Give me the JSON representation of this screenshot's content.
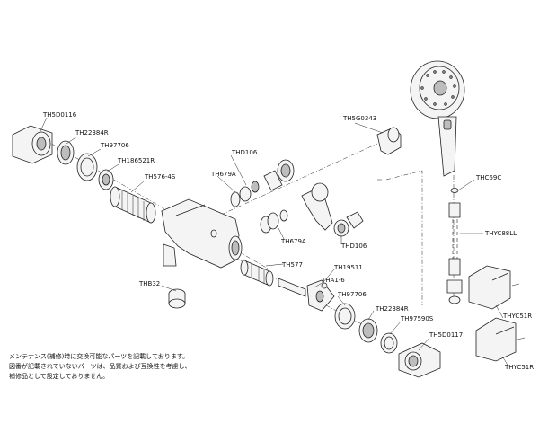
{
  "labels": {
    "th5d0116": "TH5D0116",
    "th22384r_top": "TH22384R",
    "th97706_top": "TH97706",
    "th186521r": "TH186521R",
    "th576_4s": "TH576-4S",
    "th679a_top": "TH679A",
    "thd106_top": "THD106",
    "th5g0343": "TH5G0343",
    "thc69c": "THC69C",
    "thyc88ll": "THYC88LL",
    "th679a_mid": "TH679A",
    "thd106_mid": "THD106",
    "th577": "TH577",
    "th19511": "TH19511",
    "tha1_6": "THA1-6",
    "th97706_bot": "TH97706",
    "th22384r_bot": "TH22384R",
    "th97590s": "TH97590S",
    "th5d0117": "TH5D0117",
    "thb32": "THB32",
    "thyc51r_top": "THYC51R",
    "thyc51r_bot": "THYC51R"
  },
  "note": [
    "メンテナンス(補修)時に交換可能なパーツを記載しております。",
    "図番が記載されていないパーツは、品質および互換性を考慮し、",
    "補修品として設定しておりません。"
  ]
}
